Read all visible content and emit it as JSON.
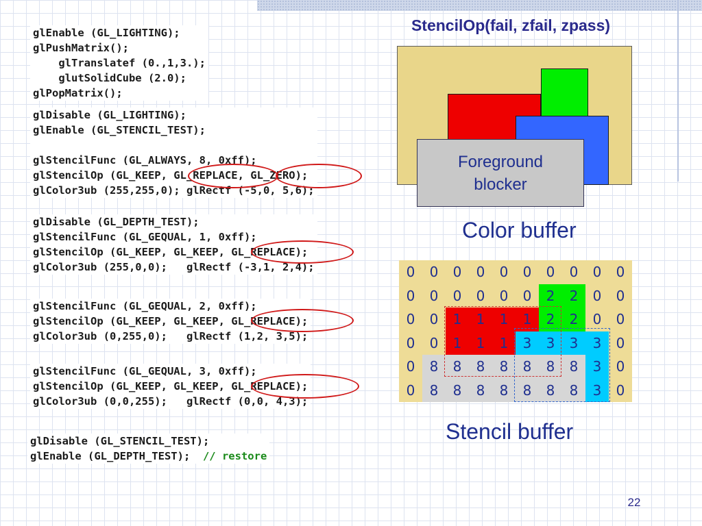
{
  "slide": {
    "page_number": "22",
    "title": "StencilOp(fail, zfail, zpass)",
    "blocker_label": "Foreground\nblocker",
    "color_buffer_caption": "Color buffer",
    "stencil_buffer_caption": "Stencil buffer"
  },
  "code_blocks": [
    {
      "lines": [
        {
          "text": "glEnable (GL_LIGHTING);"
        },
        {
          "text": "glPushMatrix();"
        },
        {
          "text": "    glTranslatef (0.,1,3.);"
        },
        {
          "text": "    glutSolidCube (2.0);"
        },
        {
          "text": "glPopMatrix();"
        }
      ]
    },
    {
      "lines": [
        {
          "text": "glDisable (GL_LIGHTING);"
        },
        {
          "text": "glEnable (GL_STENCIL_TEST);"
        },
        {
          "text": ""
        },
        {
          "text": "glStencilFunc (GL_ALWAYS, 8, 0xff);"
        },
        {
          "text": "glStencilOp (GL_KEEP, GL_REPLACE, GL_ZERO);"
        },
        {
          "text": "glColor3ub (255,255,0); glRectf (-5,0, 5,6);"
        }
      ]
    },
    {
      "lines": [
        {
          "text": "glDisable (GL_DEPTH_TEST);"
        },
        {
          "text": "glStencilFunc (GL_GEQUAL, 1, 0xff);"
        },
        {
          "text": "glStencilOp (GL_KEEP, GL_KEEP, GL_REPLACE);"
        },
        {
          "text": "glColor3ub (255,0,0);   glRectf (-3,1, 2,4);"
        }
      ]
    },
    {
      "lines": [
        {
          "text": "glStencilFunc (GL_GEQUAL, 2, 0xff);"
        },
        {
          "text": "glStencilOp (GL_KEEP, GL_KEEP, GL_REPLACE);"
        },
        {
          "text": "glColor3ub (0,255,0);   glRectf (1,2, 3,5);"
        }
      ]
    },
    {
      "lines": [
        {
          "text": "glStencilFunc (GL_GEQUAL, 3, 0xff);"
        },
        {
          "text": "glStencilOp (GL_KEEP, GL_KEEP, GL_REPLACE);"
        },
        {
          "text": "glColor3ub (0,0,255);   glRectf (0,0, 4,3);"
        }
      ]
    },
    {
      "lines": [
        {
          "text": "glDisable (GL_STENCIL_TEST);"
        },
        {
          "text": "glEnable (GL_DEPTH_TEST);  ",
          "comment": "// restore"
        }
      ]
    }
  ],
  "stencil_buffer": {
    "rows": [
      [
        "0",
        "0",
        "0",
        "0",
        "0",
        "0",
        "0",
        "0",
        "0",
        "0"
      ],
      [
        "0",
        "0",
        "0",
        "0",
        "0",
        "0",
        "2",
        "2",
        "0",
        "0"
      ],
      [
        "0",
        "0",
        "1",
        "1",
        "1",
        "1",
        "2",
        "2",
        "0",
        "0"
      ],
      [
        "0",
        "0",
        "1",
        "1",
        "1",
        "3",
        "3",
        "3",
        "3",
        "0"
      ],
      [
        "0",
        "8",
        "8",
        "8",
        "8",
        "8",
        "8",
        "8",
        "3",
        "0"
      ],
      [
        "0",
        "8",
        "8",
        "8",
        "8",
        "8",
        "8",
        "8",
        "3",
        "0"
      ]
    ],
    "fills": [
      [
        "yellow",
        "yellow",
        "yellow",
        "yellow",
        "yellow",
        "yellow",
        "yellow",
        "yellow",
        "yellow",
        "yellow"
      ],
      [
        "yellow",
        "yellow",
        "yellow",
        "yellow",
        "yellow",
        "yellow",
        "green",
        "green",
        "yellow",
        "yellow"
      ],
      [
        "yellow",
        "yellow",
        "red",
        "red",
        "red",
        "red",
        "green",
        "green",
        "yellow",
        "yellow"
      ],
      [
        "yellow",
        "yellow",
        "red",
        "red",
        "red",
        "cyan",
        "cyan",
        "cyan",
        "cyan",
        "yellow"
      ],
      [
        "yellow",
        "gray",
        "gray",
        "gray",
        "gray",
        "gray",
        "gray",
        "gray",
        "cyan",
        "yellow"
      ],
      [
        "yellow",
        "gray",
        "gray",
        "gray",
        "gray",
        "gray",
        "gray",
        "gray",
        "cyan",
        "yellow"
      ]
    ]
  },
  "colors": {
    "yellow": "#eedc97",
    "red": "#ee0000",
    "green": "#00ee00",
    "blue": "#3366ff",
    "cyan": "#00ccff",
    "gray": "#d6d6d6",
    "accent_text": "#1f2f8f"
  }
}
